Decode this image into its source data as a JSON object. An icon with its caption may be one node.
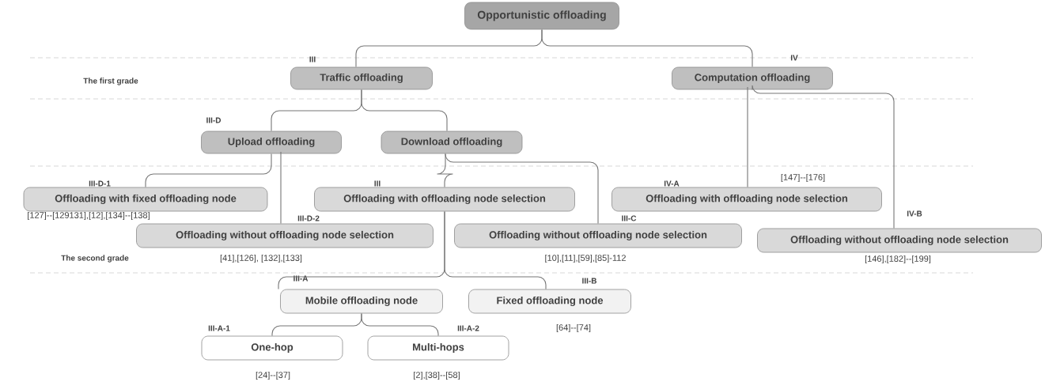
{
  "diagram": {
    "nodes": [
      {
        "text": [
          "Opportunistic offloading"
        ]
      },
      {
        "text": [
          "Traffic offloading"
        ],
        "beside": [
          "III"
        ]
      },
      {
        "text": [
          "Computation offloading"
        ],
        "beside": [
          "IV"
        ]
      },
      {
        "text": [
          "Upload offloading"
        ],
        "beside": [
          "III-D"
        ]
      },
      {
        "text": [
          "Download offloading"
        ]
      },
      {
        "text": [
          "Offloading with fixed offloading node"
        ],
        "beside": [
          "III-D-1",
          "[127]--[129131],[12],[134]--[138]"
        ]
      },
      {
        "text": [
          "Offloading with offloading node selection"
        ],
        "beside": [
          "III"
        ]
      },
      {
        "text": [
          "Offloading without offloading node selection"
        ],
        "beside": [
          "III-D-2",
          "[41],[126], [132],[133]"
        ]
      },
      {
        "text": [
          "Offloading without offloading node selection"
        ],
        "beside": [
          "III-C",
          "[10],[11],[59],[85]-112"
        ]
      },
      {
        "text": [
          "Offloading with offloading node selection"
        ],
        "beside": [
          "IV-A",
          "[147]--[176]"
        ]
      },
      {
        "text": [
          "Offloading without offloading node selection"
        ],
        "beside": [
          "IV-B",
          "[146],[182]--[199]"
        ]
      },
      {
        "text": [
          "Mobile offloading node"
        ],
        "beside": [
          "III-A"
        ]
      },
      {
        "text": [
          "Fixed offloading node"
        ],
        "beside": [
          "III-B",
          "[64]--[74]"
        ]
      },
      {
        "text": [
          "One-hop"
        ],
        "beside": [
          "III-A-1",
          "[24]--[37]"
        ]
      },
      {
        "text": [
          "Multi-hops"
        ],
        "beside": [
          "III-A-2",
          "[2],[38]--[58]"
        ]
      }
    ],
    "edges": [
      {
        "from": 0,
        "to": 1,
        "arrow": "none"
      },
      {
        "from": 0,
        "to": 2,
        "arrow": "none"
      },
      {
        "from": 1,
        "to": 3,
        "arrow": "none"
      },
      {
        "from": 1,
        "to": 4,
        "arrow": "none"
      },
      {
        "from": 3,
        "to": 5,
        "arrow": "none"
      },
      {
        "from": 3,
        "to": 7,
        "arrow": "none"
      },
      {
        "from": 4,
        "to": 6,
        "arrow": "none"
      },
      {
        "from": 4,
        "to": 8,
        "arrow": "none"
      },
      {
        "from": 2,
        "to": 9,
        "arrow": "none"
      },
      {
        "from": 2,
        "to": 10,
        "arrow": "none"
      },
      {
        "from": 6,
        "to": 11,
        "arrow": "none"
      },
      {
        "from": 6,
        "to": 12,
        "arrow": "none"
      },
      {
        "from": 11,
        "to": 13,
        "arrow": "none"
      },
      {
        "from": 11,
        "to": 14,
        "arrow": "none"
      }
    ],
    "labels": [
      "The first grade",
      "The second grade"
    ]
  }
}
